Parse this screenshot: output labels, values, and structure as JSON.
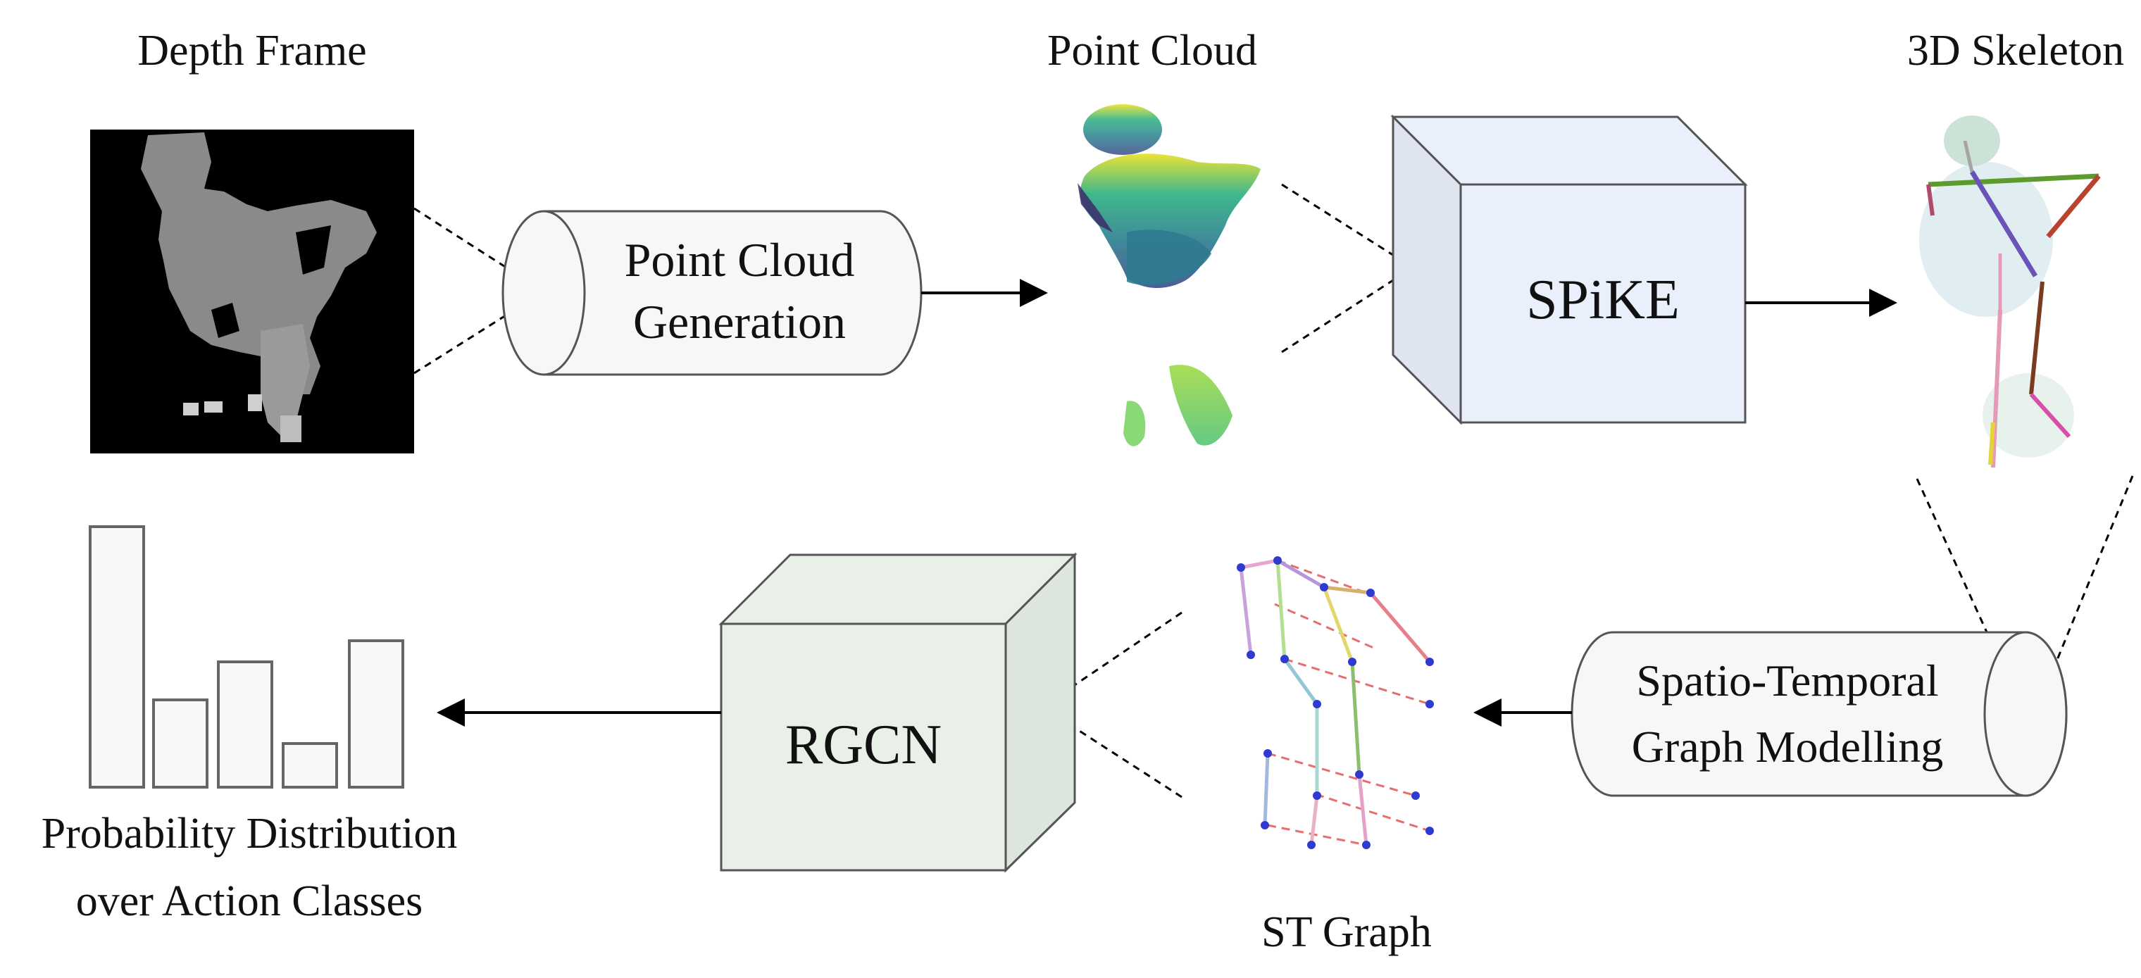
{
  "labels": {
    "depth_frame": "Depth Frame",
    "point_cloud": "Point Cloud",
    "skeleton": "3D Skeleton",
    "st_graph": "ST Graph",
    "probability_line1": "Probability Distribution",
    "probability_line2": "over Action Classes"
  },
  "modules": {
    "pc_gen_line1": "Point Cloud",
    "pc_gen_line2": "Generation",
    "spike": "SPiKE",
    "st_model_line1": "Spatio-Temporal",
    "st_model_line2": "Graph Modelling",
    "rgcn": "RGCN"
  },
  "colors": {
    "spike_front": "#eaf0fb",
    "spike_side": "#dfe5f0",
    "rgcn_front": "#e8f0e7",
    "rgcn_side": "#dde6dc",
    "cylinder": "#f7f7f7",
    "bars": "#f8f8f8"
  }
}
